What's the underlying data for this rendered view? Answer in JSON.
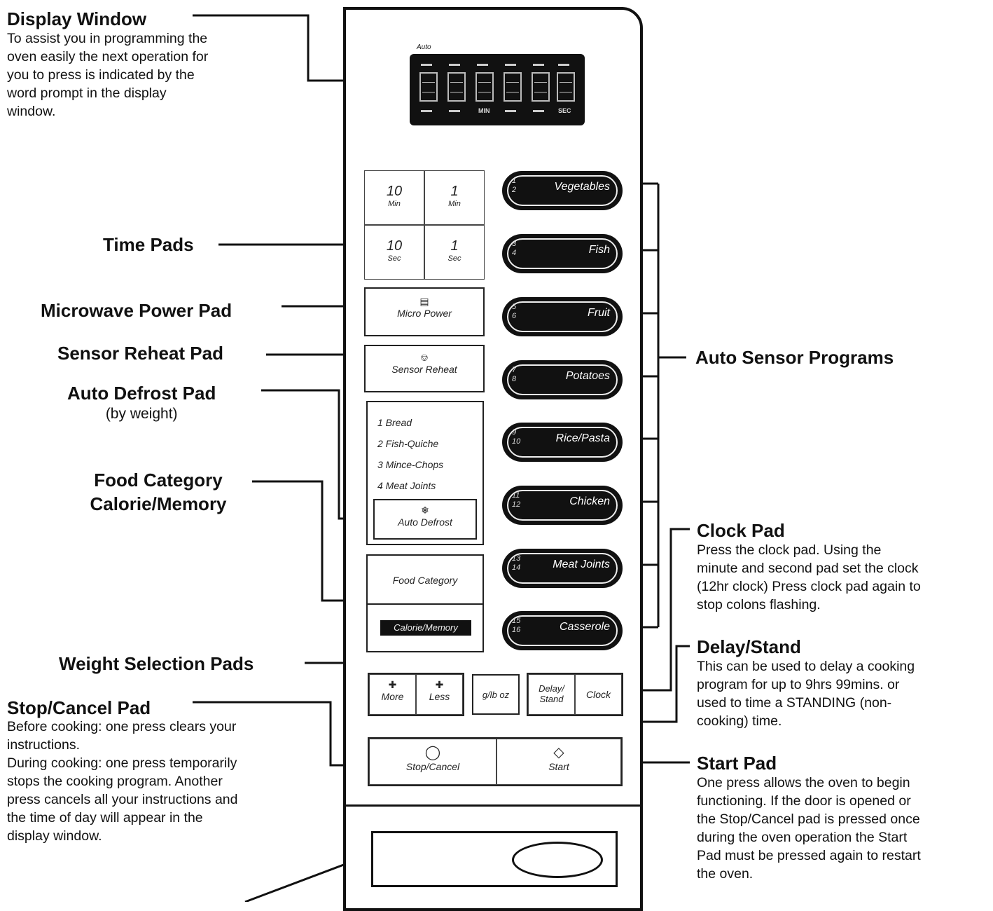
{
  "labels": {
    "display_window": {
      "title": "Display Window",
      "desc": [
        "To assist you in programming the",
        "oven easily the next operation for",
        "you to press is indicated by the",
        "word prompt in the display",
        "window."
      ]
    },
    "time_pads": "Time Pads",
    "micro_power_pad": "Microwave Power Pad",
    "sensor_reheat_pad": "Sensor Reheat Pad",
    "auto_defrost_pad": {
      "title": "Auto Defrost Pad",
      "sub": "(by weight)"
    },
    "food_category": [
      "Food Category",
      "Calorie/Memory"
    ],
    "weight_selection": "Weight Selection Pads",
    "stop_cancel": {
      "title": "Stop/Cancel Pad",
      "desc": [
        "Before cooking: one press clears your",
        "instructions.",
        "During cooking: one press temporarily",
        "stops the cooking program. Another",
        "press cancels all your instructions and",
        "the time of day will appear in the",
        "display window."
      ]
    },
    "auto_sensor": "Auto Sensor Programs",
    "clock_pad": {
      "title": "Clock Pad",
      "desc": [
        "Press the clock pad. Using the",
        "minute and second pad set the clock",
        "(12hr clock) Press clock pad again to",
        "stop colons flashing."
      ]
    },
    "delay_stand": {
      "title": "Delay/Stand",
      "desc": [
        "This can be used to delay a cooking",
        "program for up to 9hrs 99mins. or",
        "used to time a STANDING (non-",
        "cooking) time."
      ]
    },
    "start_pad": {
      "title": "Start Pad",
      "desc": [
        "One press allows the oven to begin",
        "functioning. If the door is opened or",
        "the Stop/Cancel pad is pressed once",
        "during the oven operation the Start",
        "Pad must be pressed again to restart",
        "the oven."
      ]
    }
  },
  "panel": {
    "display": {
      "auto": "Auto",
      "min": "MIN",
      "sec": "SEC"
    },
    "time_pads": [
      {
        "big": "10",
        "small": "Min"
      },
      {
        "big": "1",
        "small": "Min"
      },
      {
        "big": "10",
        "small": "Sec"
      },
      {
        "big": "1",
        "small": "Sec"
      }
    ],
    "micro_power": "Micro Power",
    "sensor_reheat": "Sensor Reheat",
    "defrost_items": [
      "1 Bread",
      "2 Fish-Quiche",
      "3 Mince-Chops",
      "4 Meat Joints"
    ],
    "auto_defrost": "Auto Defrost",
    "food_category": "Food Category",
    "calorie_memory": "Calorie/Memory",
    "more": "More",
    "less": "Less",
    "weight_unit": "g/lb oz",
    "delay_stand": "Delay/ Stand",
    "clock": "Clock",
    "stop_cancel": "Stop/Cancel",
    "start": "Start",
    "programs": [
      {
        "nums": [
          "1",
          "2"
        ],
        "name": "Vegetables"
      },
      {
        "nums": [
          "3",
          "4"
        ],
        "name": "Fish"
      },
      {
        "nums": [
          "5",
          "6"
        ],
        "name": "Fruit"
      },
      {
        "nums": [
          "7",
          "8"
        ],
        "name": "Potatoes"
      },
      {
        "nums": [
          "9",
          "10"
        ],
        "name": "Rice/Pasta"
      },
      {
        "nums": [
          "11",
          "12"
        ],
        "name": "Chicken"
      },
      {
        "nums": [
          "13",
          "14"
        ],
        "name": "Meat Joints"
      },
      {
        "nums": [
          "15",
          "16"
        ],
        "name": "Casserole"
      }
    ]
  }
}
